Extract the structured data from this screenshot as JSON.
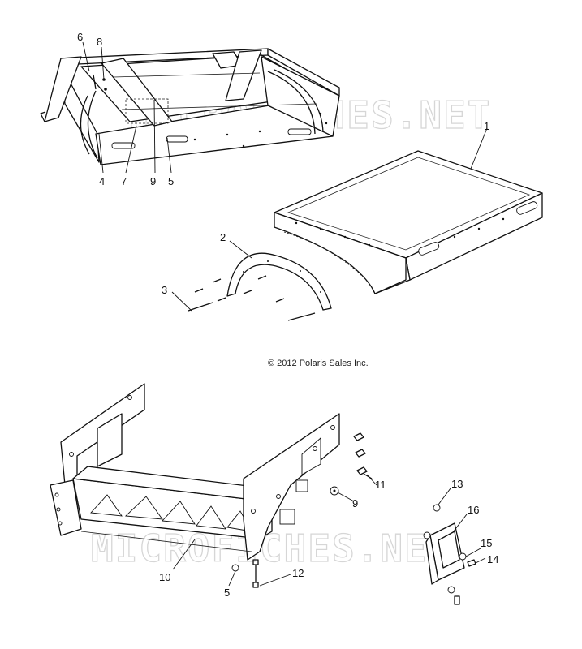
{
  "copyright": "© 2012 Polaris Sales Inc.",
  "watermark": "MICROFICHES.NET",
  "callouts": {
    "c1": "1",
    "c2": "2",
    "c3": "3",
    "c4": "4",
    "c5a": "5",
    "c6": "6",
    "c7": "7",
    "c8": "8",
    "c9a": "9",
    "c9b": "9",
    "c10": "10",
    "c11": "11",
    "c12": "12",
    "c13": "13",
    "c14": "14",
    "c15": "15",
    "c16": "16",
    "c5b": "5"
  }
}
